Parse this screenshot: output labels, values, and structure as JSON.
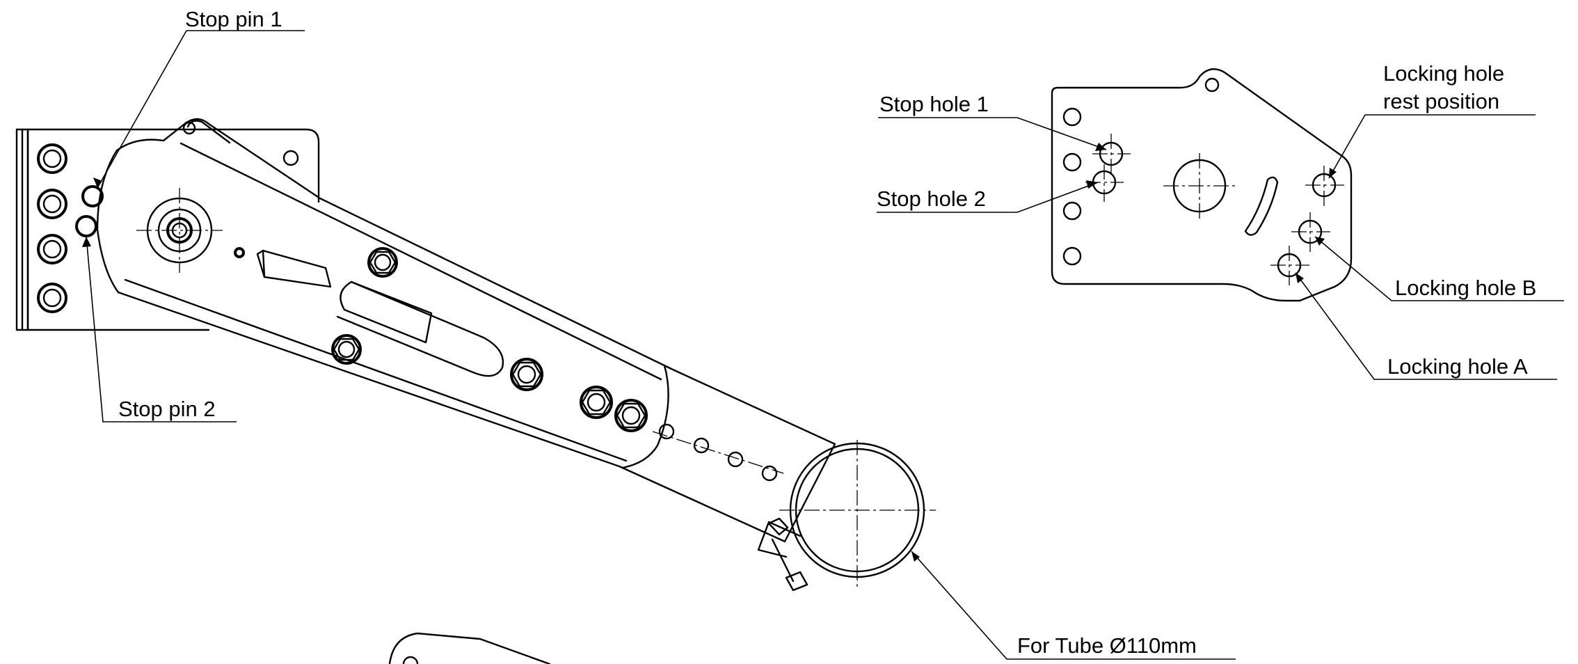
{
  "labels": {
    "stop_pin_1": "Stop pin 1",
    "stop_pin_2": "Stop pin 2",
    "stop_hole_1": "Stop hole 1",
    "stop_hole_2": "Stop hole 2",
    "locking_hole_rest_line1": "Locking hole",
    "locking_hole_rest_line2": "rest position",
    "locking_hole_b": "Locking hole B",
    "locking_hole_a": "Locking hole A",
    "tube_clamp": "For Tube Ø110mm"
  }
}
